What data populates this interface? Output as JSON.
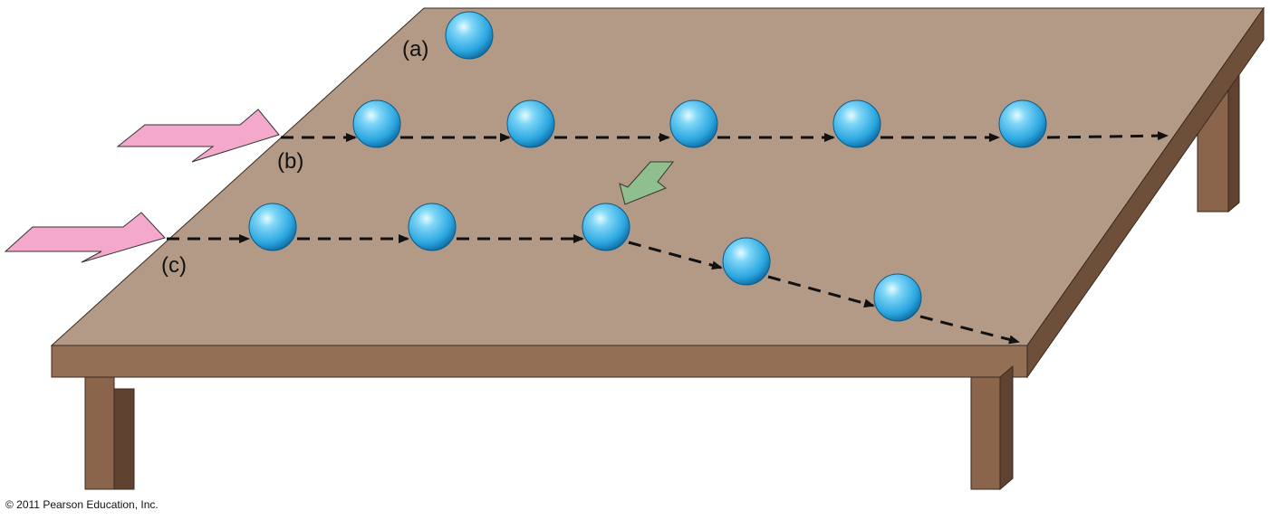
{
  "labels": {
    "a": "(a)",
    "b": "(b)",
    "c": "(c)"
  },
  "copyright": "© 2011 Pearson Education, Inc.",
  "colors": {
    "table_top": "#b39a86",
    "table_edge": "#926f55",
    "table_side": "#6e4f39",
    "leg_front": "#8a654b",
    "leg_side": "#5f4330",
    "ball_light": "#bfefff",
    "ball_mid": "#38b7e8",
    "ball_dark": "#0f6fa6",
    "push_arrow": "#f4a9cc",
    "kick_arrow": "#8fbf8f",
    "path_line": "#111111"
  }
}
